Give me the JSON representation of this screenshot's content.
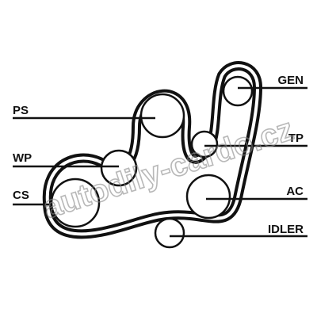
{
  "diagram": {
    "labels": {
      "gen": "GEN",
      "ps": "PS",
      "tp": "TP",
      "wp": "WP",
      "cs": "CS",
      "ac": "AC",
      "idler": "IDLER"
    },
    "watermark": "autodily-cardo.cz"
  },
  "colors": {
    "belt": "#111111",
    "pulley_stroke": "#111111",
    "leader_line": "#111111",
    "background": "#ffffff",
    "watermark": "#8a8a8a"
  }
}
